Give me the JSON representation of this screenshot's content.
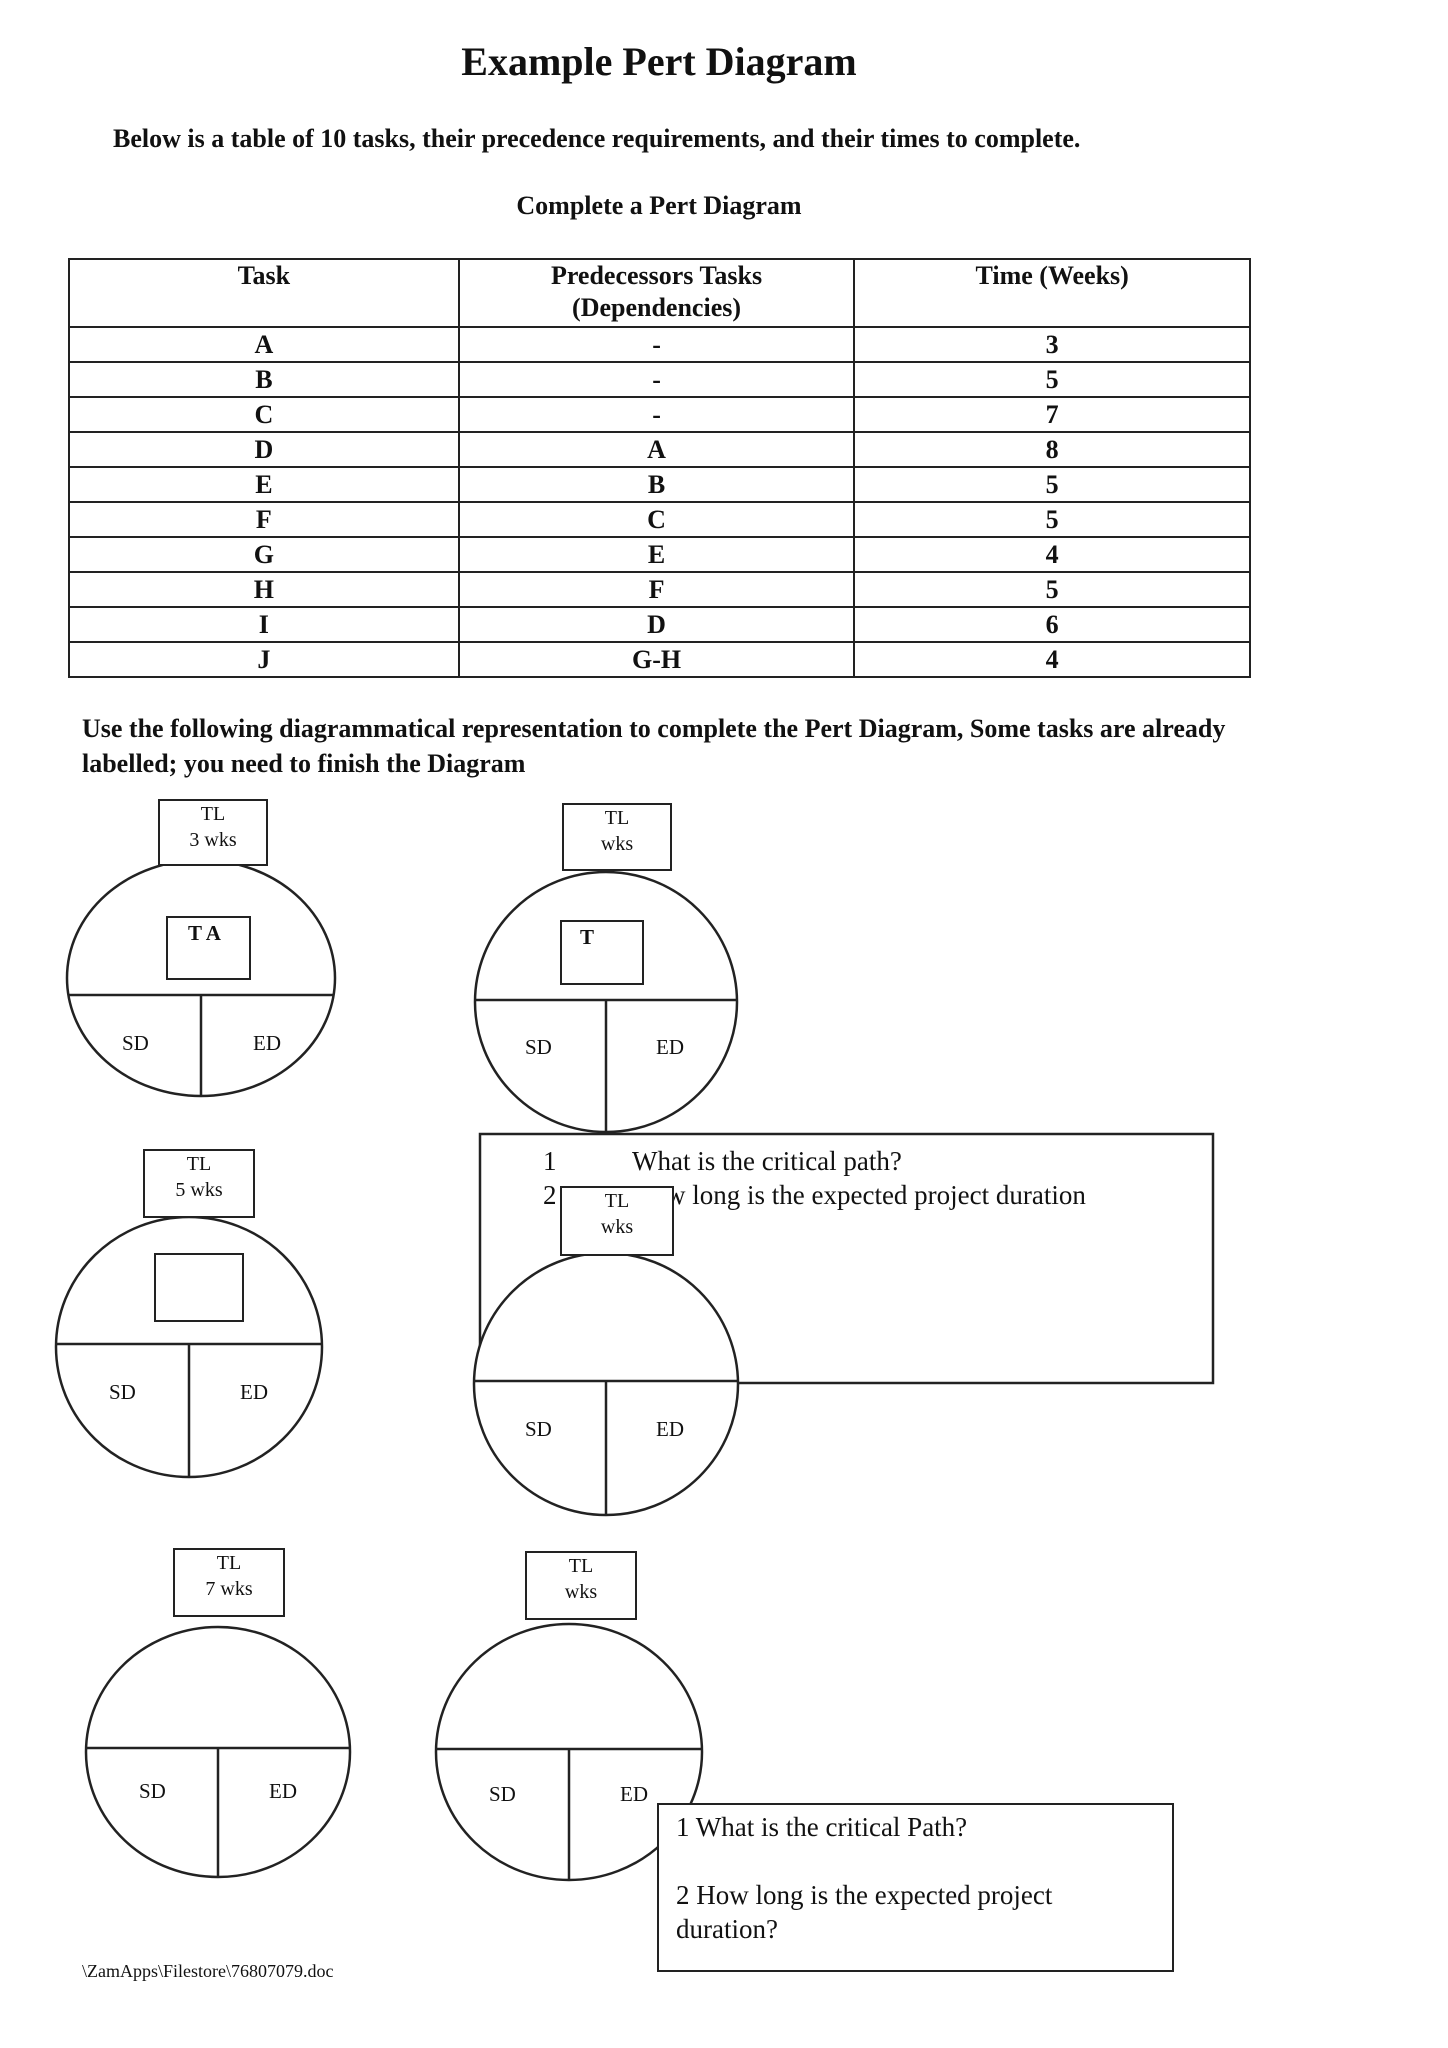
{
  "title": "Example Pert Diagram",
  "intro": "Below is a table of 10 tasks, their precedence requirements, and their times to complete.",
  "subtitle": "Complete a Pert Diagram",
  "table": {
    "headers": [
      "Task",
      "Predecessors Tasks",
      "(Dependencies)",
      "Time (Weeks)"
    ],
    "rows": [
      [
        "A",
        "-",
        "3"
      ],
      [
        "B",
        "-",
        "5"
      ],
      [
        "C",
        "-",
        "7"
      ],
      [
        "D",
        "A",
        "8"
      ],
      [
        "E",
        "B",
        "5"
      ],
      [
        "F",
        "C",
        "5"
      ],
      [
        "G",
        "E",
        "4"
      ],
      [
        "H",
        "F",
        "5"
      ],
      [
        "I",
        "D",
        "6"
      ],
      [
        "J",
        "G-H",
        "4"
      ]
    ]
  },
  "instructions": "Use the following diagrammatical representation to complete the Pert Diagram, Some tasks are already labelled; you need to finish the Diagram",
  "nodes": {
    "n1": {
      "tl": "TL",
      "wks": "3 wks",
      "task": "T A",
      "sd": "SD",
      "ed": "ED"
    },
    "n2": {
      "tl": "TL",
      "wks": "wks",
      "task": "T",
      "sd": "SD",
      "ed": "ED"
    },
    "n3": {
      "tl": "TL",
      "wks": "5 wks",
      "sd": "SD",
      "ed": "ED"
    },
    "n4": {
      "tl": "TL",
      "wks": "wks",
      "sd": "SD",
      "ed": "ED"
    },
    "n5": {
      "tl": "TL",
      "wks": "7 wks",
      "sd": "SD",
      "ed": "ED"
    },
    "n6": {
      "tl": "TL",
      "wks": "wks",
      "sd": "SD",
      "ed": "ED"
    }
  },
  "question_box_1": {
    "num1": "1",
    "q1": "What is the critical path?",
    "num2": "2",
    "q2_visible": "w long is the expected project duration"
  },
  "question_box_2": {
    "q1": "1 What is the critical Path?",
    "q2_line1": "2 How long is the expected project",
    "q2_line2": "duration?"
  },
  "footer": "\\ZamApps\\Filestore\\76807079.doc"
}
